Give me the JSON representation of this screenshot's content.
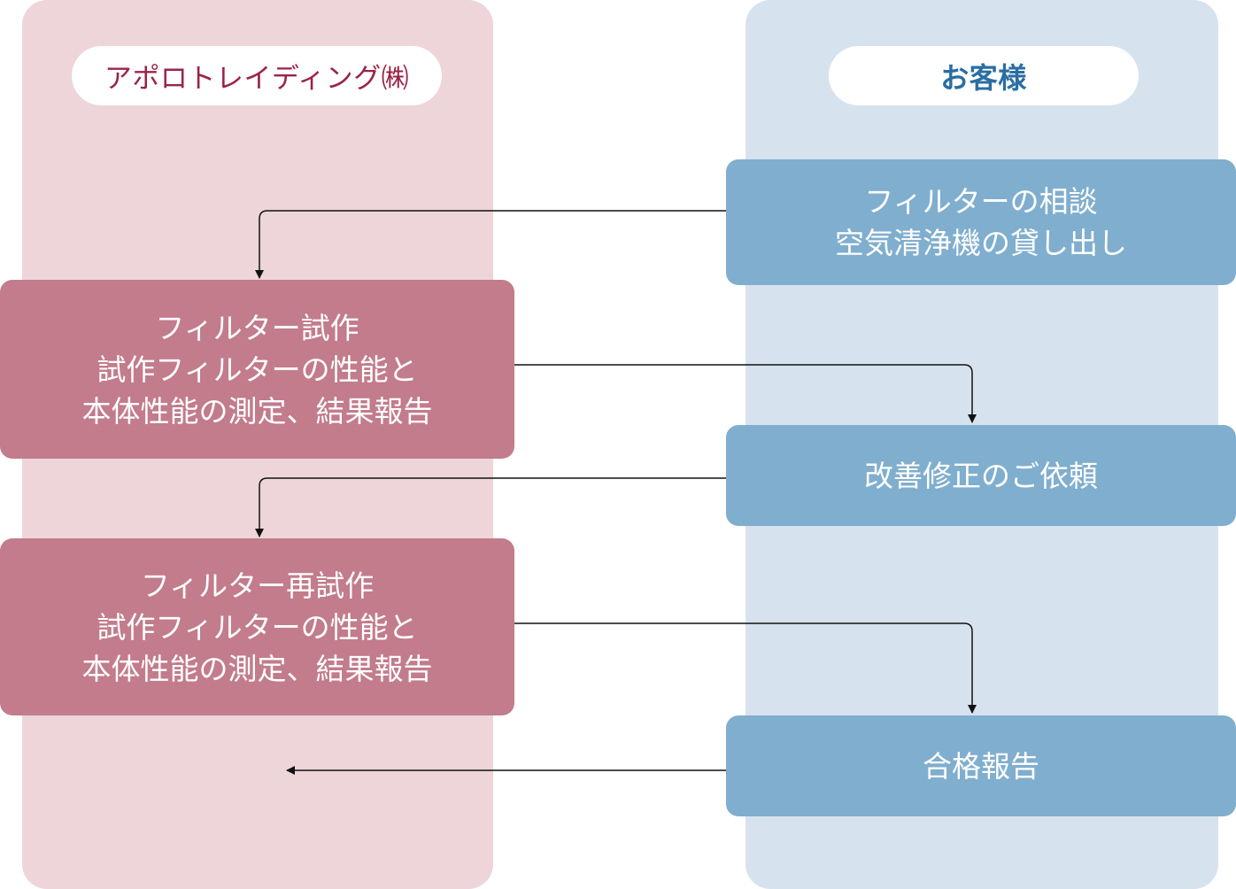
{
  "lanes": {
    "left": {
      "title": "アポロトレイディング㈱"
    },
    "right": {
      "title": "お客様"
    }
  },
  "steps": [
    {
      "lines": [
        "フィルターの相談",
        "空気清浄機の貸し出し"
      ]
    },
    {
      "lines": [
        "フィルター試作",
        "試作フィルターの性能と",
        "本体性能の測定、結果報告"
      ]
    },
    {
      "lines": [
        "改善修正のご依頼"
      ]
    },
    {
      "lines": [
        "フィルター再試作",
        "試作フィルターの性能と",
        "本体性能の測定、結果報告"
      ]
    },
    {
      "lines": [
        "合格報告"
      ]
    }
  ],
  "colors": {
    "left_lane": "#edd5da",
    "right_lane": "#d6e3ef",
    "left_box": "#c27c8c",
    "right_box": "#80aece",
    "left_title": "#9b2348",
    "right_title": "#2a6ea3",
    "arrow": "#111111"
  }
}
